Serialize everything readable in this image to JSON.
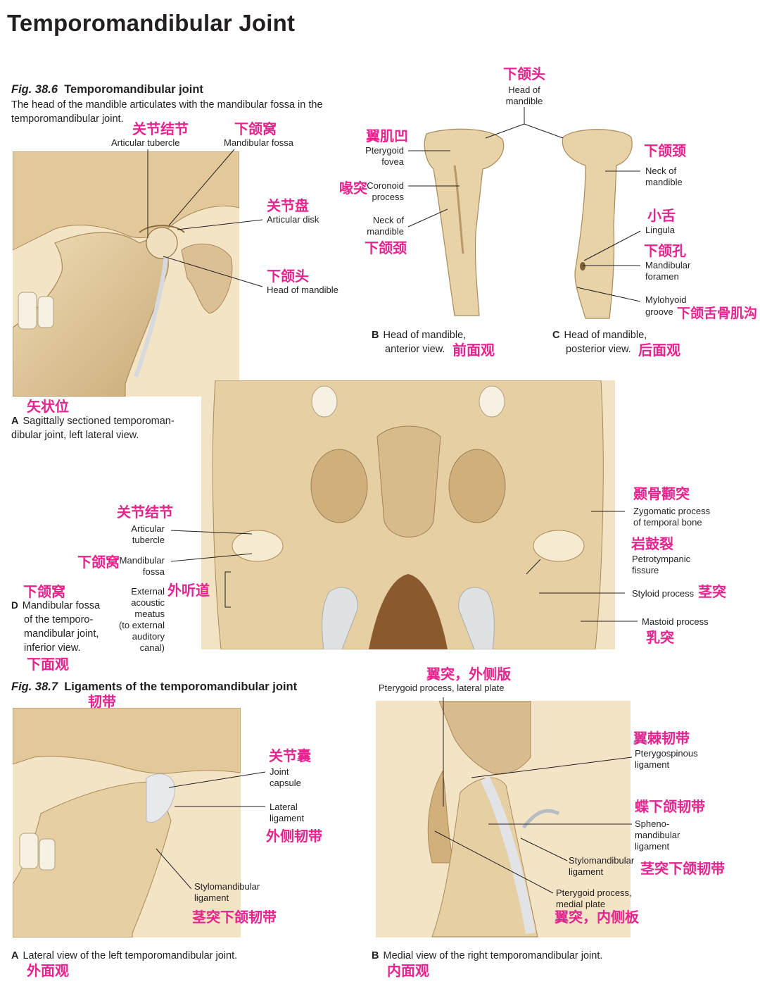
{
  "page_title": "Temporomandibular Joint",
  "fig386": {
    "figno": "Fig. 38.6",
    "title": "Temporomandibular joint",
    "caption": "The head of the mandible articulates with the mandibular fossa in the temporomandibular joint.",
    "panelA": {
      "letter": "A",
      "caption": "Sagittally sectioned temporoman-dibular joint, left lateral view.",
      "caption_zh": "矢状位",
      "labels": {
        "articular_tubercle": "Articular tubercle",
        "articular_tubercle_zh": "关节结节",
        "mandibular_fossa": "Mandibular fossa",
        "mandibular_fossa_zh": "下颌窝",
        "articular_disk": "Articular disk",
        "articular_disk_zh": "关节盘",
        "head_of_mandible": "Head of mandible",
        "head_of_mandible_zh": "下颌头"
      }
    },
    "panelB": {
      "letter": "B",
      "caption_line1": "Head of mandible,",
      "caption_line2": "anterior view.",
      "caption_zh": "前面观",
      "labels": {
        "head_of_mandible_l1": "Head of",
        "head_of_mandible_l2": "mandible",
        "head_of_mandible_zh": "下颌头",
        "pterygoid_fovea_l1": "Pterygoid",
        "pterygoid_fovea_l2": "fovea",
        "pterygoid_fovea_zh": "翼肌凹",
        "coronoid_l1": "Coronoid",
        "coronoid_l2": "process",
        "coronoid_zh": "喙突",
        "neck_l1": "Neck of",
        "neck_l2": "mandible",
        "neck_zh": "下颌颈"
      }
    },
    "panelC": {
      "letter": "C",
      "caption_line1": "Head of mandible,",
      "caption_line2": "posterior view.",
      "caption_zh": "后面观",
      "labels": {
        "neck_l1": "Neck of",
        "neck_l2": "mandible",
        "neck_zh": "下颌颈",
        "lingula": "Lingula",
        "lingula_zh": "小舌",
        "foramen_l1": "Mandibular",
        "foramen_l2": "foramen",
        "foramen_zh": "下颌孔",
        "mylohyoid_l1": "Mylohyoid",
        "mylohyoid_l2": "groove",
        "mylohyoid_zh": "下颌舌骨肌沟"
      }
    },
    "panelD": {
      "letter": "D",
      "caption_lines": [
        "Mandibular fossa",
        "of the temporo-",
        "mandibular joint,",
        "inferior view."
      ],
      "caption_zh_top": "下颌窝",
      "caption_zh_bottom": "下面观",
      "labels": {
        "articular_tubercle_l1": "Articular",
        "articular_tubercle_l2": "tubercle",
        "articular_tubercle_zh": "关节结节",
        "mandibular_fossa_l1": "Mandibular",
        "mandibular_fossa_l2": "fossa",
        "mandibular_fossa_zh": "下颌窝",
        "eam_lines": [
          "External",
          "acoustic",
          "meatus",
          "(to external",
          "auditory",
          "canal)"
        ],
        "eam_zh": "外听道",
        "zygomatic_l1": "Zygomatic process",
        "zygomatic_l2": "of temporal bone",
        "zygomatic_zh": "颞骨颧突",
        "petrotympanic_l1": "Petrotympanic",
        "petrotympanic_l2": "fissure",
        "petrotympanic_zh": "岩鼓裂",
        "styloid": "Styloid process",
        "styloid_zh": "茎突",
        "mastoid": "Mastoid process",
        "mastoid_zh": "乳突"
      }
    }
  },
  "fig387": {
    "figno": "Fig. 38.7",
    "title": "Ligaments of the temporomandibular joint",
    "title_zh": "韧带",
    "panelA": {
      "letter": "A",
      "caption": "Lateral view of the left temporomandibular joint.",
      "caption_zh": "外面观",
      "labels": {
        "joint_capsule_l1": "Joint",
        "joint_capsule_l2": "capsule",
        "joint_capsule_zh": "关节囊",
        "lateral_lig_l1": "Lateral",
        "lateral_lig_l2": "ligament",
        "lateral_lig_zh": "外侧韧带",
        "stylo_l1": "Stylomandibular",
        "stylo_l2": "ligament",
        "stylo_zh": "茎突下颌韧带"
      }
    },
    "panelB": {
      "letter": "B",
      "caption": "Medial view of the right temporomandibular joint.",
      "caption_zh": "内面观",
      "labels": {
        "lateral_plate": "Pterygoid process, lateral plate",
        "lateral_plate_zh": "翼突，外侧版",
        "pterygospinous_l1": "Pterygospinous",
        "pterygospinous_l2": "ligament",
        "pterygospinous_zh": "翼棘韧带",
        "spheno_l1": "Spheno-",
        "spheno_l2": "mandibular",
        "spheno_l3": "ligament",
        "spheno_zh": "蝶下颌韧带",
        "stylo_l1": "Stylomandibular",
        "stylo_l2": "ligament",
        "stylo_zh": "茎突下颌韧带",
        "medial_plate_l1": "Pterygoid process,",
        "medial_plate_l2": "medial plate",
        "medial_plate_zh": "翼突，内侧板"
      }
    }
  },
  "colors": {
    "bone": "#e8d2a8",
    "bone_dark": "#b89a6a",
    "bone_light": "#f4e6c8",
    "chinese_label": "#e6238f",
    "text": "#231f20"
  }
}
